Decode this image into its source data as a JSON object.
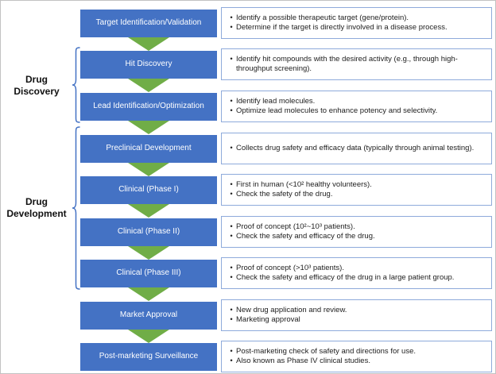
{
  "diagram": {
    "title_implicit": "Drug discovery and development pipeline",
    "groups": [
      {
        "name": "Drug Discovery",
        "line1": "Drug",
        "line2": "Discovery"
      },
      {
        "name": "Drug Development",
        "line1": "Drug",
        "line2": "Development"
      }
    ],
    "stages": [
      {
        "label": "Target Identification/Validation",
        "bullets": [
          "Identify a possible therapeutic target (gene/protein).",
          "Determine if the target is directly involved in a disease process."
        ]
      },
      {
        "label": "Hit Discovery",
        "bullets": [
          "Identify hit compounds with the desired activity (e.g., through high-throughput screening)."
        ]
      },
      {
        "label": "Lead Identification/Optimization",
        "bullets": [
          "Identify lead molecules.",
          "Optimize lead molecules to enhance potency and selectivity."
        ]
      },
      {
        "label": "Preclinical Development",
        "bullets": [
          "Collects drug safety and efficacy data (typically through animal testing)."
        ]
      },
      {
        "label": "Clinical (Phase I)",
        "bullets": [
          "First in human (<10² healthy volunteers).",
          "Check the safety of the drug."
        ]
      },
      {
        "label": "Clinical (Phase II)",
        "bullets": [
          "Proof of concept (10²~10³ patients).",
          "Check the safety and efficacy of the drug."
        ]
      },
      {
        "label": "Clinical (Phase III)",
        "bullets": [
          "Proof of concept (>10³ patients).",
          "Check the safety and efficacy of the drug in a large patient group."
        ]
      },
      {
        "label": "Market Approval",
        "bullets": [
          "New drug application and review.",
          "Marketing approval"
        ]
      },
      {
        "label": "Post-marketing Surveillance",
        "bullets": [
          "Post-marketing check of safety and directions for use.",
          "Also known as Phase IV clinical studies."
        ]
      }
    ],
    "colors": {
      "stage_blue": "#4472C4",
      "arrow_green": "#70AD47",
      "desc_border_blue": "#8EAADB",
      "brace_blue": "#4472C4",
      "text_dark": "#212121"
    }
  }
}
